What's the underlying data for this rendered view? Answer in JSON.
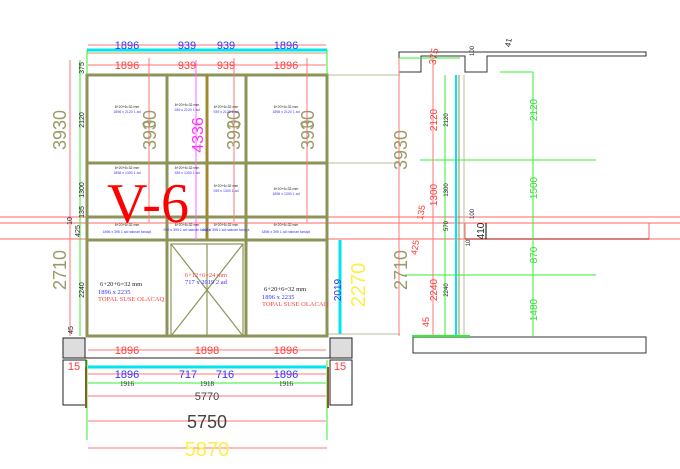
{
  "title": "V-6",
  "colors": {
    "frame": "#8e9458",
    "dim_red": "#ff5555",
    "dim_green": "#33ee33",
    "glass": "#00e5ee",
    "yellow": "#ffee44",
    "magenta": "#ff33ff",
    "olive_text": "#9a9a6a"
  },
  "front": {
    "top_dims_blue": [
      "1896",
      "939",
      "939",
      "1896"
    ],
    "top_dims_red": [
      "1896",
      "939",
      "939",
      "1896"
    ],
    "left_total_upper": "3930",
    "left_total_lower": "2710",
    "left_small": [
      "375",
      "2120",
      "1300",
      "135",
      "10",
      "425",
      "2240",
      "45"
    ],
    "panel_heights": [
      "3930",
      "3930",
      "3930"
    ],
    "center_height": "4336",
    "right_yellow": "2270",
    "door_height": "2019",
    "upper_glass_spec": "6+20+6=32 mm",
    "upper_glass_sizes": [
      "1896 x 2120 1 ad",
      "939 x 2120 1 ad",
      "939 x 2120 1 ad",
      "1896 x 2120 1 ad"
    ],
    "middle_glass_sizes": [
      "1896 x 1300 1 ad",
      "939 x 1300 1 ad",
      "939 x 1300 1 ad",
      "1896 x 1300 1 ad"
    ],
    "band_glass_sizes": [
      "1896 x 395 1 ad nalınan tanaçlı",
      "939 x 395 1 ad nalınan tanaçlı",
      "939 x 395 1 ad nalınan tanaçlı",
      "1896 x 395 1 ad nalınan tanaçlı"
    ],
    "left_panel": {
      "spec": "6+20+6=32 mm",
      "size": "1896 x 2235",
      "note": "TOPAL SUSE OLACAQ"
    },
    "door_panel": {
      "spec": "6+12+6=24 mm",
      "size": "717 x 2019 2 ad"
    },
    "right_panel": {
      "spec": "6+20+6=32 mm",
      "size": "1896 x 2235",
      "note": "TOPAL SUSE OLACAQ"
    },
    "bottom_dims_red": [
      "1896",
      "1898",
      "1896"
    ],
    "side_gaps": [
      "15",
      "15"
    ],
    "bottom_dims_blue": [
      "1896",
      "717",
      "716",
      "1896"
    ],
    "bottom_dims_black": [
      "1916",
      "1918",
      "1916"
    ],
    "total_5770": "5770",
    "total_5750": "5750",
    "total_5870": "5870"
  },
  "section": {
    "total_upper": "3930",
    "total_lower": "2710",
    "red_dims": [
      "375",
      "2120",
      "1300",
      "135",
      "425",
      "2240",
      "45"
    ],
    "small_dims": [
      "2120",
      "1300",
      "570",
      "2240",
      "100",
      "100",
      "10"
    ],
    "band_height": "410",
    "top_offset": "41",
    "green_dims": [
      "2120",
      "1500",
      "870",
      "1480"
    ]
  }
}
